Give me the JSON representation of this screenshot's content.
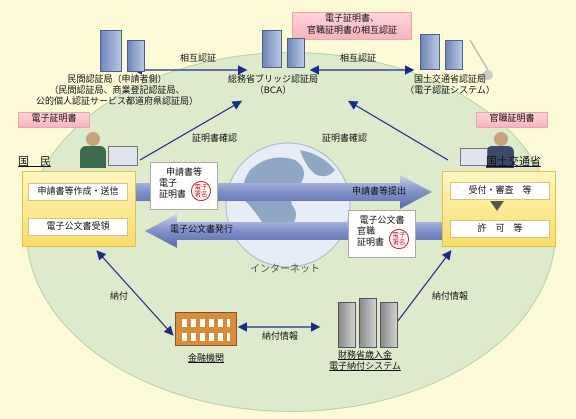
{
  "top_pink_box": "電子証明書、\n官職証明書の相互認証",
  "mutual_auth_left": "相互認証",
  "mutual_auth_right": "相互認証",
  "left_ca": "民間認証局（申請者側）\n（民間認証局、商業登記認証局、\n公的個人認証サービス都道府県認証局）",
  "center_ca": "総務省ブリッジ認証局\n（BCA）",
  "right_ca": "国土交通省認証局\n（電子認証システム）",
  "left_cert_box": "電子証明書",
  "right_cert_box": "官職証明書",
  "cert_check_left": "証明書確認",
  "cert_check_right": "証明書確認",
  "citizen_label": "国　民",
  "mlit_label": "国土交通省",
  "left_panel_btn1": "申請書等作成・送信",
  "left_panel_btn2": "電子公文書受領",
  "right_panel_btn1": "受付・審査　等",
  "right_panel_btn2": "許　可　等",
  "doc_application": "申請書等",
  "doc_ecert": "電子\n証明書",
  "seal_text": "電子\n署名",
  "doc_official": "電子公文書",
  "doc_official_cert": "官職\n証明書",
  "arrow_submit": "申請書等提出",
  "arrow_issue": "電子公文書発行",
  "internet_label": "インターネット",
  "payment_left": "納付",
  "payment_right": "納付情報",
  "payment_center": "納付情報",
  "bank_label": "金融機関",
  "treasury_label": "財務省歳入金\n電子納付システム",
  "colors": {
    "background": "#fdfbd7",
    "ellipse": "#ddeacb",
    "pink": "#f7b5bd",
    "panel": "#f9dd6a",
    "arrow": "#6f7fb8",
    "seal": "#dd2222"
  }
}
